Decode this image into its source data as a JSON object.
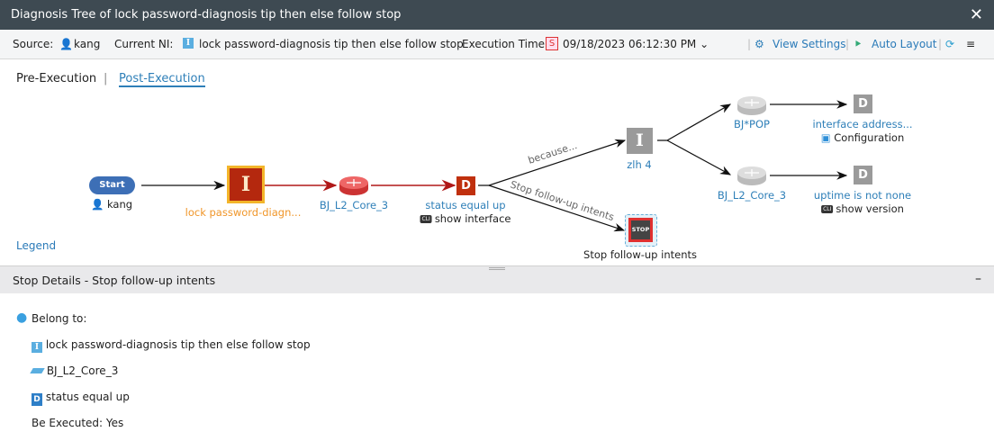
{
  "window": {
    "title": "Diagnosis Tree of lock password-diagnosis tip then else follow stop",
    "close_icon": "close-icon"
  },
  "toolbar": {
    "source_label": "Source:",
    "source_user": "kang",
    "current_ni_label": "Current NI:",
    "current_ni": "lock password-diagnosis tip then else follow stop",
    "exec_time_label": "Execution Time:",
    "exec_time": "09/18/2023 06:12:30 PM",
    "view_settings": "View Settings",
    "auto_layout": "Auto Layout"
  },
  "tabs": {
    "pre": "Pre-Execution",
    "divider": "|",
    "post": "Post-Execution"
  },
  "graph": {
    "start": "Start",
    "start_user": "kang",
    "intent": "lock password-diagn...",
    "device1": "BJ_L2_Core_3",
    "decision1": "status equal up",
    "decision1_cmd": "show interface",
    "edge_because": "because...",
    "edge_stop": "Stop follow-up intents",
    "zlh": "zlh 4",
    "device2": "BJ*POP",
    "decision2": "interface address...",
    "decision2_cmd": "Configuration",
    "device3": "BJ_L2_Core_3",
    "decision3": "uptime is not none",
    "decision3_cmd": "show  version",
    "stop_icon_text": "STOP",
    "stop": "Stop follow-up intents",
    "cli": "CLI",
    "legend": "Legend"
  },
  "details": {
    "title": "Stop Details - Stop follow-up intents",
    "collapse": "–",
    "belong_to": "Belong to:",
    "items": [
      "lock password-diagnosis tip then else follow stop",
      "BJ_L2_Core_3",
      "status equal up"
    ],
    "executed": "Be Executed: Yes"
  },
  "colors": {
    "accent": "#2e7fb8",
    "title_bg": "#3e4a52",
    "fail": "#b4280e",
    "highlight": "#f3b52a"
  }
}
